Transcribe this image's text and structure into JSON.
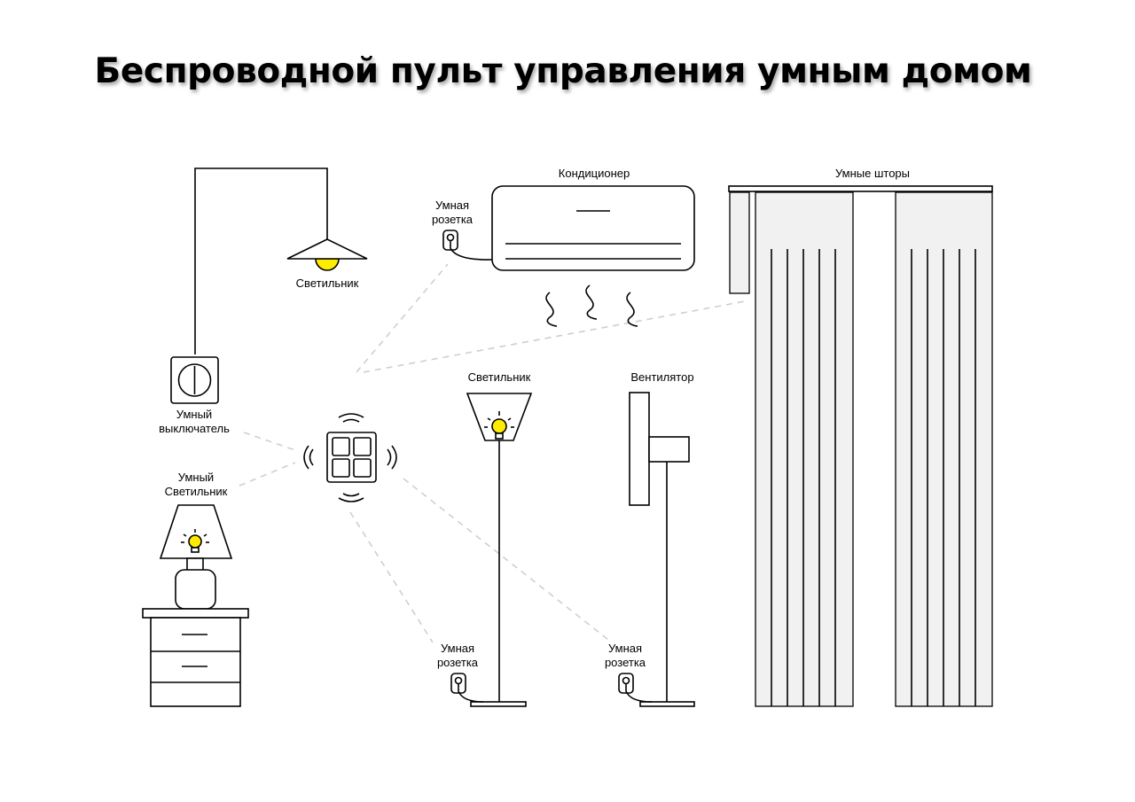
{
  "title": "Беспроводной пульт управления умным домом",
  "labels": {
    "conditioner": "Кондиционер",
    "curtains": "Умные шторы",
    "ceiling_lamp": "Светильник",
    "switch_line1": "Умный",
    "switch_line2": "выключатель",
    "smart_lamp_line1": "Умный",
    "smart_lamp_line2": "Светильник",
    "floor_lamp": "Светильник",
    "fan": "Вентилятор",
    "socket_ac_line1": "Умная",
    "socket_ac_line2": "розетка",
    "socket_lamp_line1": "Умная",
    "socket_lamp_line2": "розетка",
    "socket_fan_line1": "Умная",
    "socket_fan_line2": "розетка"
  },
  "colors": {
    "bulb": "#ffec00",
    "connection": "#cfcfcf",
    "curtain_fill": "#f1f1f1"
  },
  "icons": [
    "wireless-remote-icon",
    "signal-wave-icon",
    "lightbulb-icon",
    "socket-icon"
  ]
}
